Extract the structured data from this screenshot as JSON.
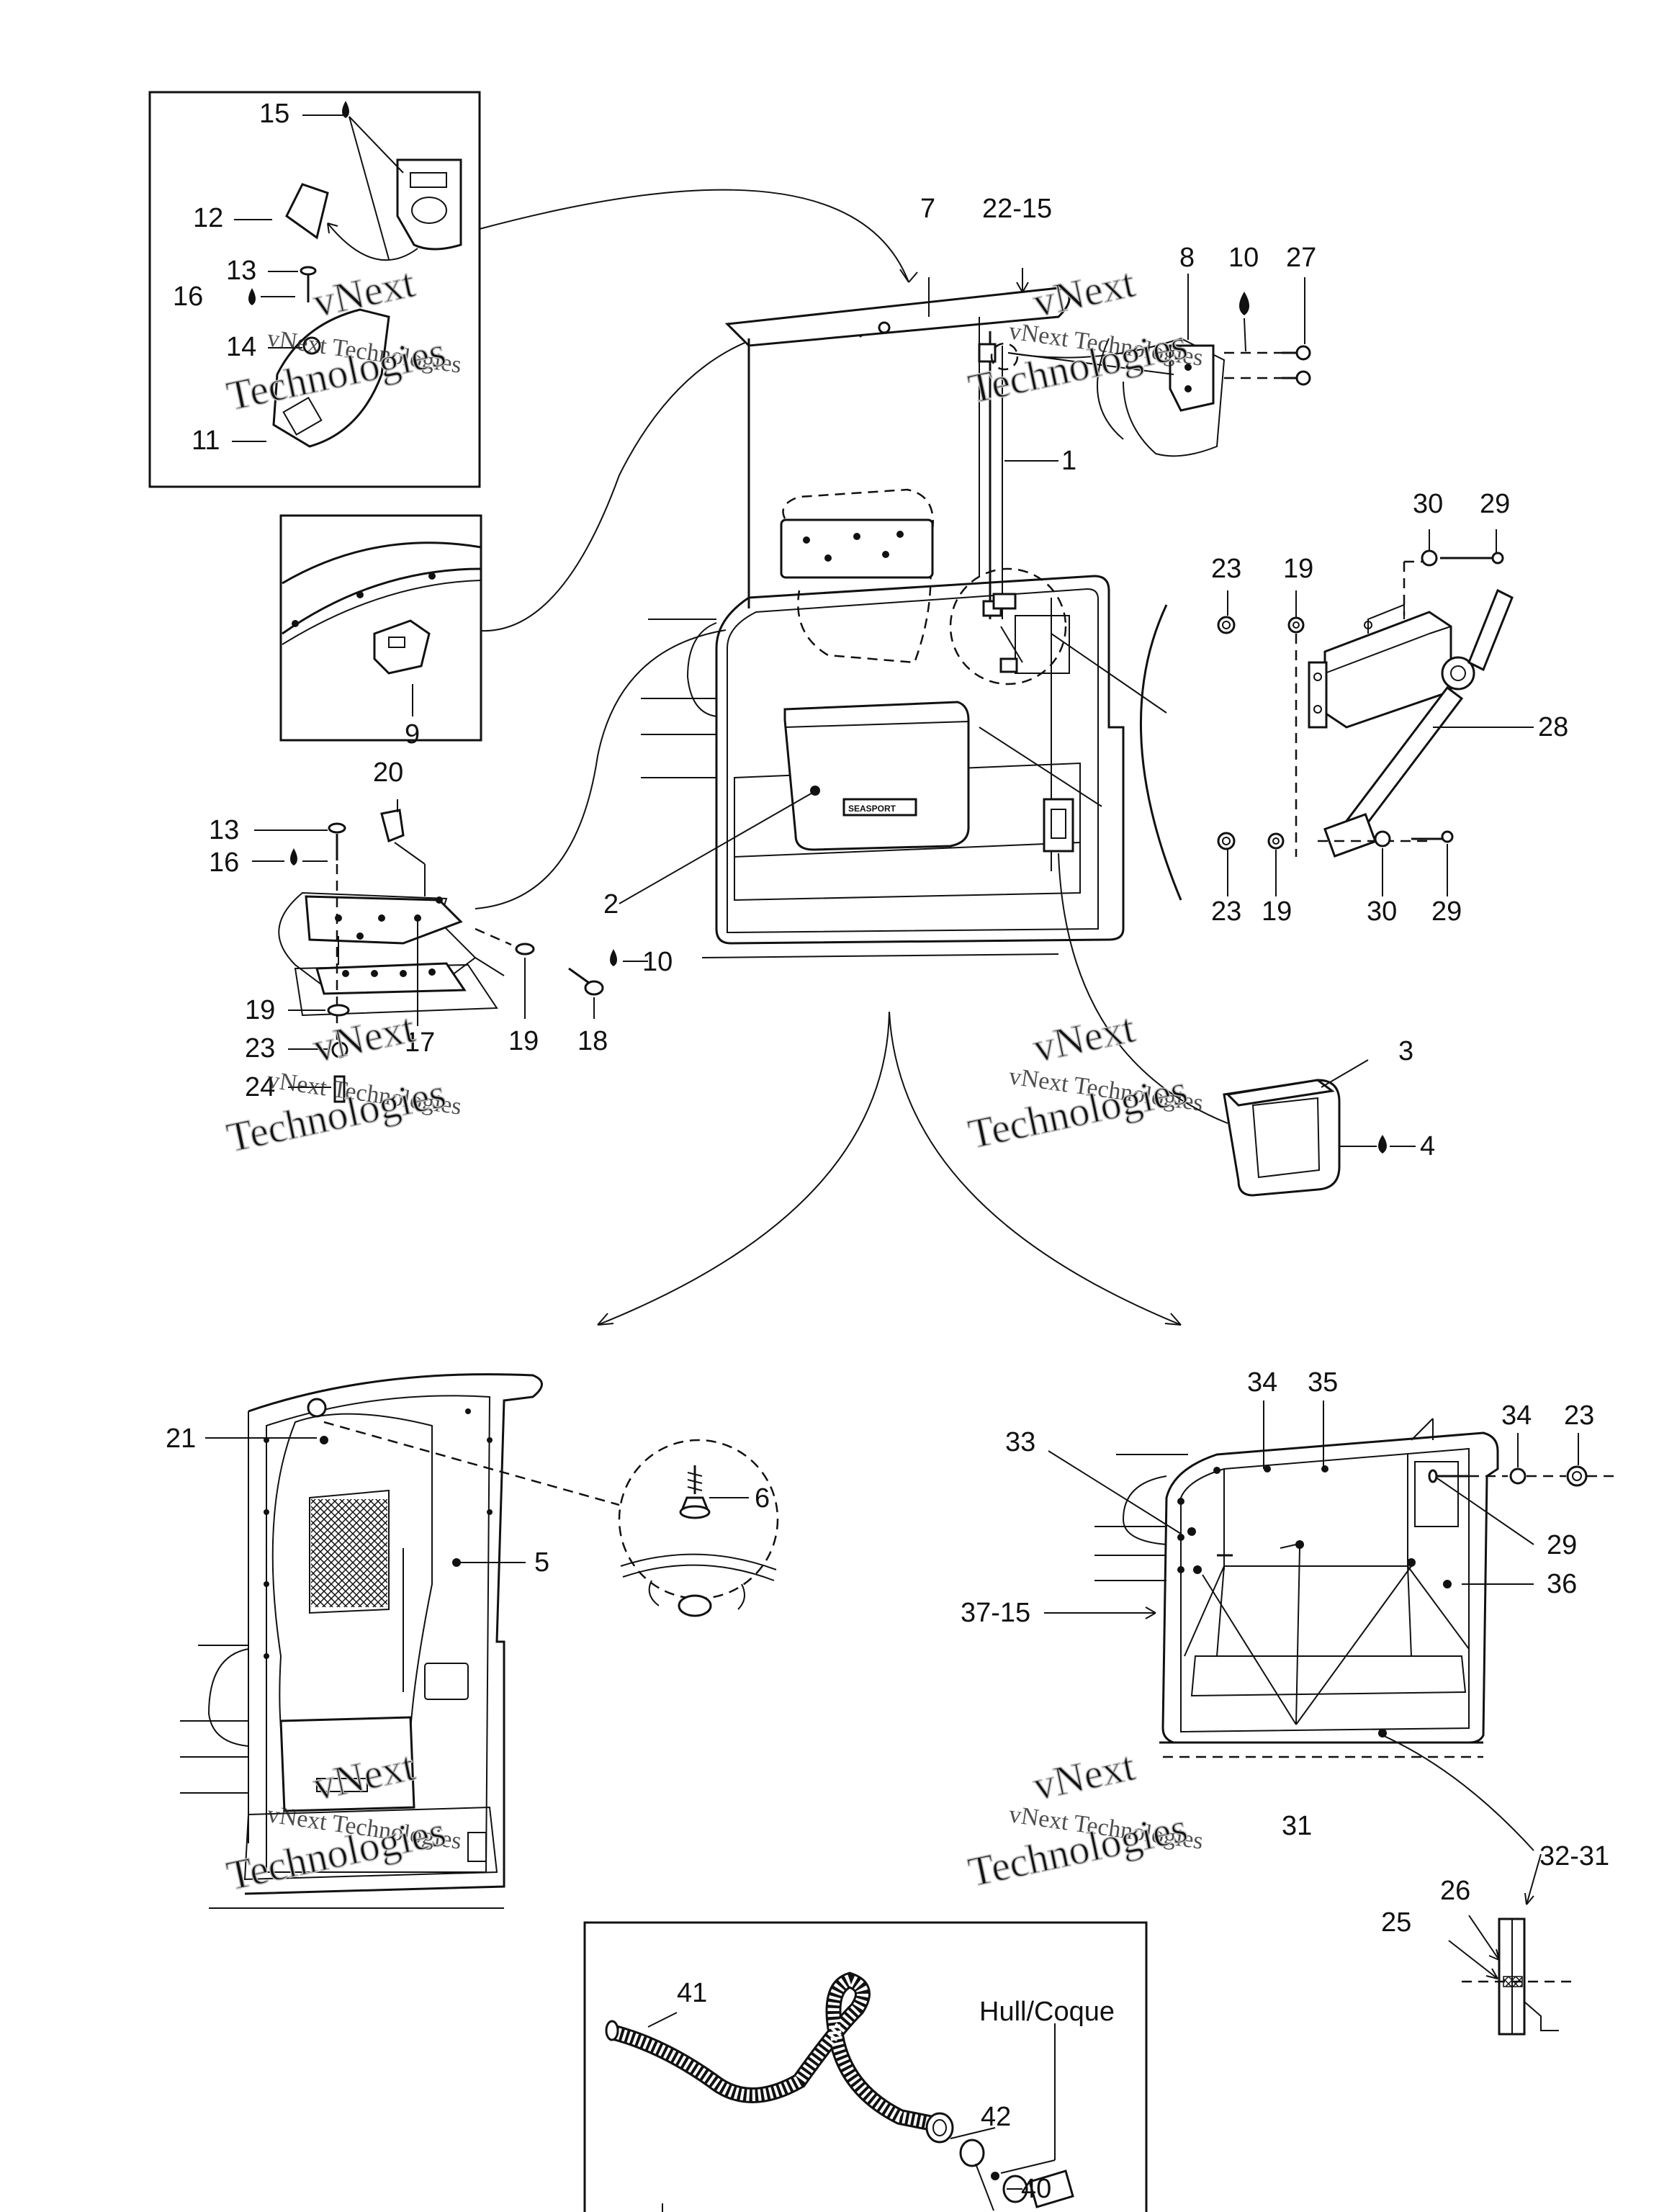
{
  "diagram": {
    "callouts": [
      {
        "id": "c15a",
        "text": "15"
      },
      {
        "id": "c12",
        "text": "12"
      },
      {
        "id": "c13a",
        "text": "13"
      },
      {
        "id": "c16a",
        "text": "16"
      },
      {
        "id": "c14",
        "text": "14"
      },
      {
        "id": "c11",
        "text": "11"
      },
      {
        "id": "c9",
        "text": "9"
      },
      {
        "id": "c7",
        "text": "7"
      },
      {
        "id": "c22_15",
        "text": "22-15"
      },
      {
        "id": "c8",
        "text": "8"
      },
      {
        "id": "c10a",
        "text": "10"
      },
      {
        "id": "c27",
        "text": "27"
      },
      {
        "id": "c1",
        "text": "1"
      },
      {
        "id": "c30a",
        "text": "30"
      },
      {
        "id": "c29a",
        "text": "29"
      },
      {
        "id": "c23a",
        "text": "23"
      },
      {
        "id": "c19a",
        "text": "19"
      },
      {
        "id": "c28",
        "text": "28"
      },
      {
        "id": "c23b",
        "text": "23"
      },
      {
        "id": "c19b",
        "text": "19"
      },
      {
        "id": "c30b",
        "text": "30"
      },
      {
        "id": "c29b",
        "text": "29"
      },
      {
        "id": "c20",
        "text": "20"
      },
      {
        "id": "c13b",
        "text": "13"
      },
      {
        "id": "c16b",
        "text": "16"
      },
      {
        "id": "c2",
        "text": "2"
      },
      {
        "id": "c10b",
        "text": "10"
      },
      {
        "id": "c17",
        "text": "17"
      },
      {
        "id": "c19c",
        "text": "19"
      },
      {
        "id": "c23c",
        "text": "23"
      },
      {
        "id": "c24",
        "text": "24"
      },
      {
        "id": "c19d",
        "text": "19"
      },
      {
        "id": "c18",
        "text": "18"
      },
      {
        "id": "c3",
        "text": "3"
      },
      {
        "id": "c4",
        "text": "4"
      },
      {
        "id": "c21",
        "text": "21"
      },
      {
        "id": "c6",
        "text": "6"
      },
      {
        "id": "c5",
        "text": "5"
      },
      {
        "id": "c34a",
        "text": "34"
      },
      {
        "id": "c35",
        "text": "35"
      },
      {
        "id": "c34b",
        "text": "34"
      },
      {
        "id": "c23d",
        "text": "23"
      },
      {
        "id": "c33",
        "text": "33"
      },
      {
        "id": "c29c",
        "text": "29"
      },
      {
        "id": "c36",
        "text": "36"
      },
      {
        "id": "c37_15",
        "text": "37-15"
      },
      {
        "id": "c31",
        "text": "31"
      },
      {
        "id": "c32_31",
        "text": "32-31"
      },
      {
        "id": "c25",
        "text": "25"
      },
      {
        "id": "c26",
        "text": "26"
      },
      {
        "id": "c41",
        "text": "41"
      },
      {
        "id": "c42",
        "text": "42"
      },
      {
        "id": "c40",
        "text": "40"
      }
    ],
    "annotation_hull": "Hull/Coque",
    "watermark": {
      "line1": "vNext Technologies",
      "line2": "vNext",
      "line3": "Technologies"
    },
    "product_label": "SEASPORT"
  }
}
